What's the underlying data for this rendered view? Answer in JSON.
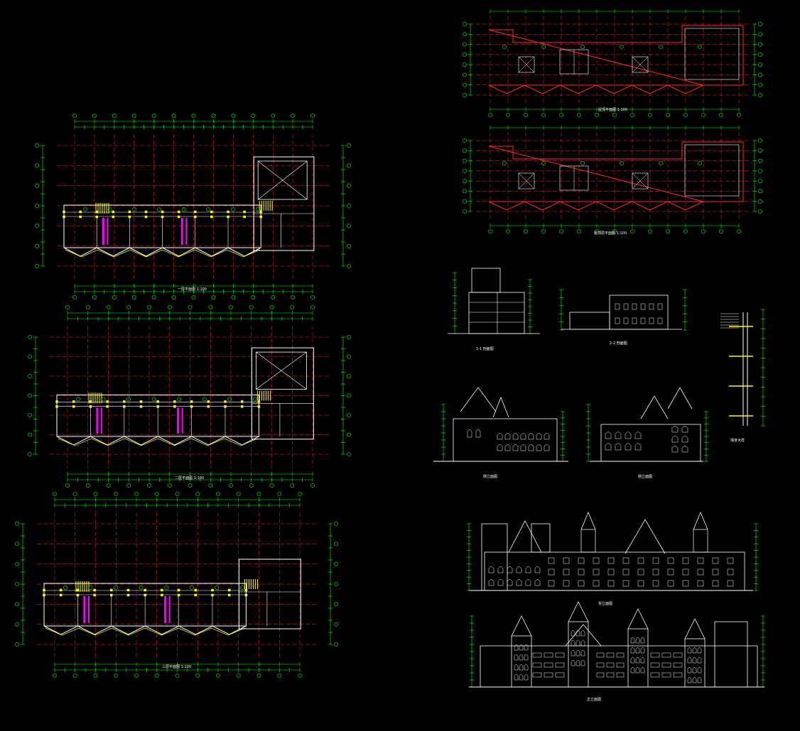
{
  "drawing": {
    "background": "#000000",
    "colors": {
      "axis_grid": "#ff2a2a",
      "dimension": "#00ff00",
      "wall": "#ffffff",
      "column": "#ffff00",
      "accent": "#ff00ff",
      "tag": "#00ff00"
    },
    "panels": [
      {
        "id": "plan-ground",
        "kind": "floor-plan",
        "caption": "一层平面图  1:100"
      },
      {
        "id": "plan-second",
        "kind": "floor-plan",
        "caption": "二层平面图  1:100"
      },
      {
        "id": "plan-third",
        "kind": "floor-plan",
        "caption": "三层平面图  1:100"
      },
      {
        "id": "plan-roof-a",
        "kind": "roof-plan",
        "caption": "屋顶平面图  1:100"
      },
      {
        "id": "plan-roof-b",
        "kind": "roof-plan",
        "caption": "屋顶层平面图  1:100"
      },
      {
        "id": "section-1",
        "kind": "section",
        "caption": "1-1 剖面图"
      },
      {
        "id": "section-2",
        "kind": "section",
        "caption": "2-2 剖面图"
      },
      {
        "id": "wall-detail",
        "kind": "detail",
        "caption": "墙身大样"
      },
      {
        "id": "elev-side-left",
        "kind": "elevation",
        "caption": "侧立面图"
      },
      {
        "id": "elev-side-right",
        "kind": "elevation",
        "caption": "侧立面图"
      },
      {
        "id": "elev-rear",
        "kind": "elevation",
        "caption": "背立面图"
      },
      {
        "id": "elev-front",
        "kind": "elevation",
        "caption": "正立面图"
      }
    ]
  }
}
